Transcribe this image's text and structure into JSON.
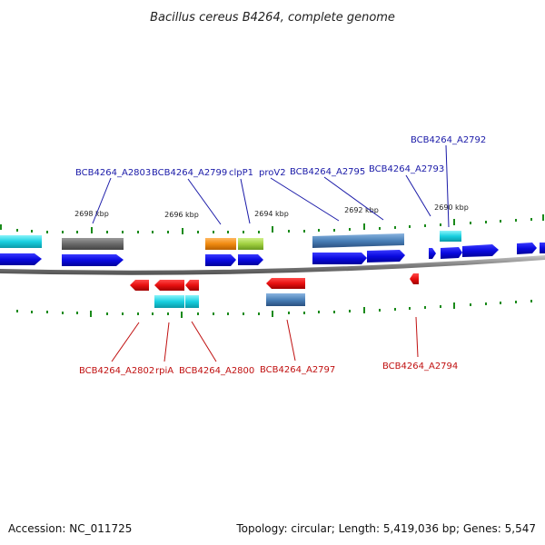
{
  "title": "Bacillus cereus B4264, complete genome",
  "footer": {
    "accession": "Accession: NC_011725",
    "summary": "Topology: circular; Length: 5,419,036 bp; Genes: 5,547"
  },
  "kbp_labels": [
    "2698 kbp",
    "2696 kbp",
    "2694 kbp",
    "2692 kbp",
    "2690 kbp"
  ],
  "forward_labels": [
    "BCB4264_A2803",
    "BCB4264_A2799",
    "clpP1",
    "proV2",
    "BCB4264_A2795",
    "BCB4264_A2793",
    "BCB4264_A2792"
  ],
  "reverse_labels": [
    "BCB4264_A2802",
    "rpiA",
    "BCB4264_A2800",
    "BCB4264_A2797",
    "BCB4264_A2794"
  ],
  "colors": {
    "forward_gene": "#0a0ae0",
    "reverse_gene": "#e81010",
    "forward_label": "#1a1aa8",
    "reverse_label": "#c01010",
    "tick": "#1a8a1a",
    "backbone": "#808080",
    "cyan_feature": "#18d0e0",
    "gray_feature": "#6a6a6a",
    "orange_feature": "#f08a10",
    "green_feature": "#a0d040",
    "steel_feature": "#4a80b8"
  }
}
